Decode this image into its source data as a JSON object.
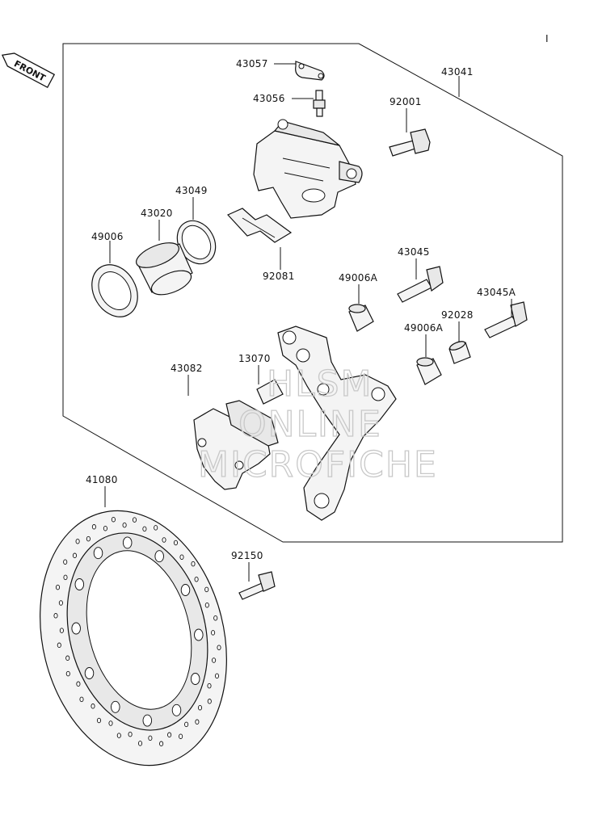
{
  "front_marker": "FRONT",
  "corner_mark": "I",
  "parts": [
    {
      "id": "43057"
    },
    {
      "id": "43056"
    },
    {
      "id": "43041"
    },
    {
      "id": "92001"
    },
    {
      "id": "43049"
    },
    {
      "id": "43020"
    },
    {
      "id": "49006"
    },
    {
      "id": "92081"
    },
    {
      "id": "43045"
    },
    {
      "id": "49006A"
    },
    {
      "id": "43045A"
    },
    {
      "id": "92028"
    },
    {
      "id": "49006A"
    },
    {
      "id": "13070"
    },
    {
      "id": "43082"
    },
    {
      "id": "41080"
    },
    {
      "id": "92150"
    }
  ],
  "watermark": {
    "line1": "HLSM",
    "line2": "ONLINE",
    "line3": "MICROFICHE"
  }
}
